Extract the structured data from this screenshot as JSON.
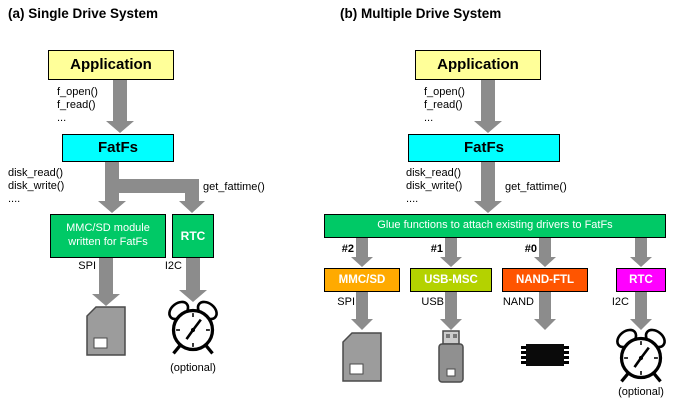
{
  "panel_a": {
    "title": "(a) Single Drive System",
    "application_label": "Application",
    "api_calls": [
      "f_open()",
      "f_read()",
      "..."
    ],
    "fatfs_label": "FatFs",
    "disk_calls": [
      "disk_read()",
      "disk_write()",
      "...."
    ],
    "get_fattime_label": "get_fattime()",
    "storage_module_label": "MMC/SD module written for FatFs",
    "rtc_label": "RTC",
    "bus_spi": "SPI",
    "bus_i2c": "I2C",
    "optional_note": "(optional)"
  },
  "panel_b": {
    "title": "(b) Multiple Drive System",
    "application_label": "Application",
    "api_calls": [
      "f_open()",
      "f_read()",
      "..."
    ],
    "fatfs_label": "FatFs",
    "disk_calls": [
      "disk_read()",
      "disk_write()",
      "...."
    ],
    "get_fattime_label": "get_fattime()",
    "glue_label": "Glue functions to attach existing drivers to FatFs",
    "drive_numbers": [
      "#2",
      "#1",
      "#0"
    ],
    "drivers": [
      {
        "label": "MMC/SD",
        "bus": "SPI"
      },
      {
        "label": "USB-MSC",
        "bus": "USB"
      },
      {
        "label": "NAND-FTL",
        "bus": "NAND"
      },
      {
        "label": "RTC",
        "bus": "I2C"
      }
    ],
    "optional_note": "(optional)"
  },
  "colors": {
    "box_yellow": "#FFFF99",
    "box_cyan": "#00FFFF",
    "box_green": "#00C966",
    "box_orange": "#FFAA00",
    "box_yellowgreen": "#B4D200",
    "box_orangered": "#FF5500",
    "box_magenta": "#FF00FF",
    "arrow_gray": "#8C8C8C"
  }
}
